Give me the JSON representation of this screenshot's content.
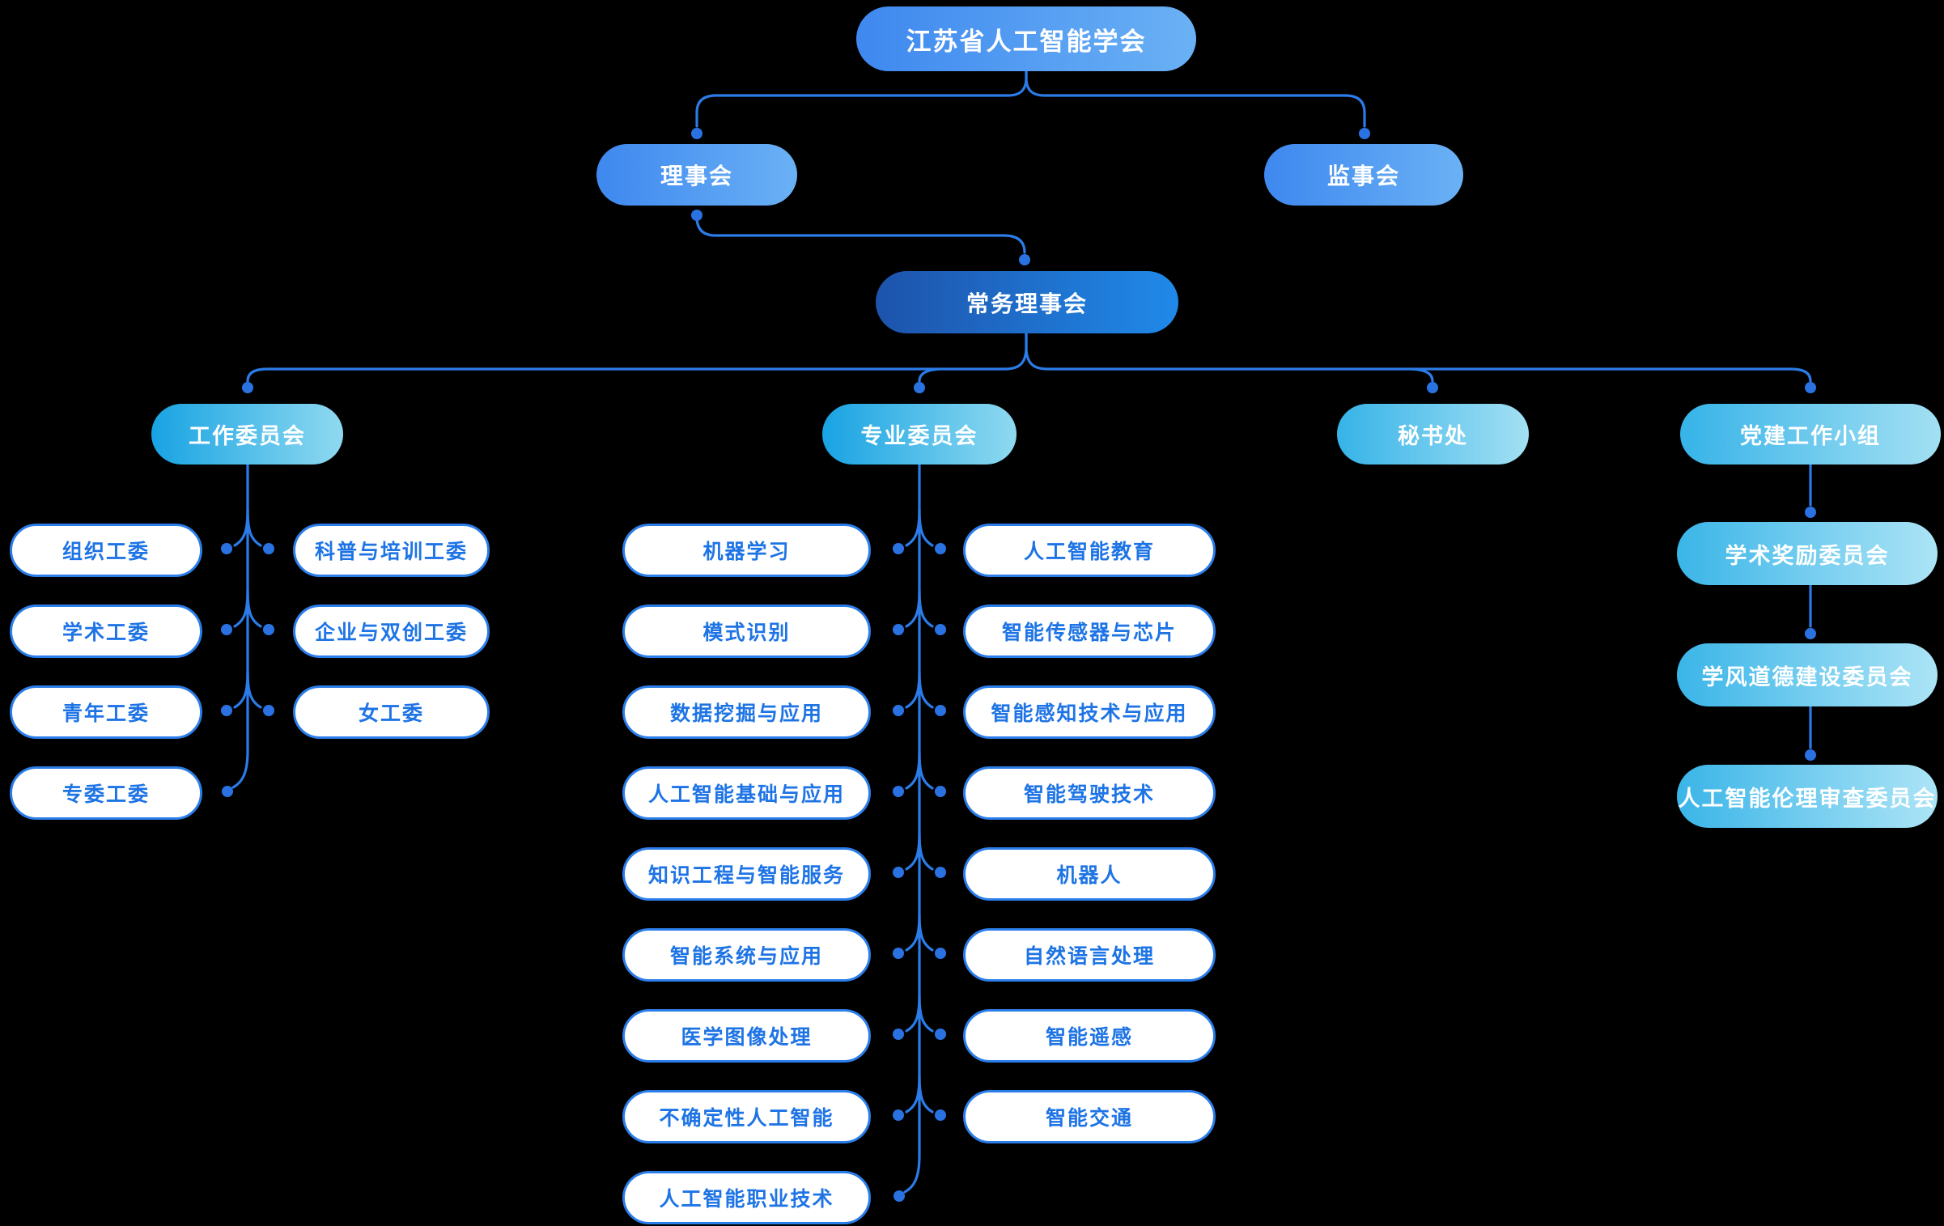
{
  "palette": {
    "background": "#000000",
    "link": "#2b7ce8",
    "dot": "#2a72e2",
    "node_text": "#ffffff",
    "outline_pill": {
      "bg": "#ffffff",
      "border": "#2b7de9",
      "text": "#1e74e5"
    },
    "gradients": {
      "blue": [
        "#3e88ef",
        "#6ab1f5"
      ],
      "dark_blue": [
        "#1d53ab",
        "#2089e9"
      ],
      "cyan": [
        "#18a3e3",
        "#8fd9f0"
      ],
      "cyan_light": [
        "#36b3e8",
        "#a3e0f3"
      ],
      "cyan_kid": [
        "#3ab5e8",
        "#ace4f6"
      ]
    }
  },
  "org": {
    "nodes": {
      "root": {
        "label": "江苏省人工智能学会"
      },
      "council": {
        "label": "理事会"
      },
      "supervisory": {
        "label": "监事会"
      },
      "standing": {
        "label": "常务理事会"
      },
      "work": {
        "label": "工作委员会"
      },
      "professional": {
        "label": "专业委员会"
      },
      "secretariat": {
        "label": "秘书处"
      },
      "party": {
        "label": "党建工作小组"
      }
    },
    "work_committees": {
      "left": [
        "组织工委",
        "学术工委",
        "青年工委",
        "专委工委"
      ],
      "right": [
        "科普与培训工委",
        "企业与双创工委",
        "女工委"
      ]
    },
    "professional_committees": {
      "left": [
        "机器学习",
        "模式识别",
        "数据挖掘与应用",
        "人工智能基础与应用",
        "知识工程与智能服务",
        "智能系统与应用",
        "医学图像处理",
        "不确定性人工智能",
        "人工智能职业技术"
      ],
      "right": [
        "人工智能教育",
        "智能传感器与芯片",
        "智能感知技术与应用",
        "智能驾驶技术",
        "机器人",
        "自然语言处理",
        "智能遥感",
        "智能交通"
      ]
    },
    "party_committees": [
      "学术奖励委员会",
      "学风道德建设委员会",
      "人工智能伦理审查委员会"
    ]
  }
}
